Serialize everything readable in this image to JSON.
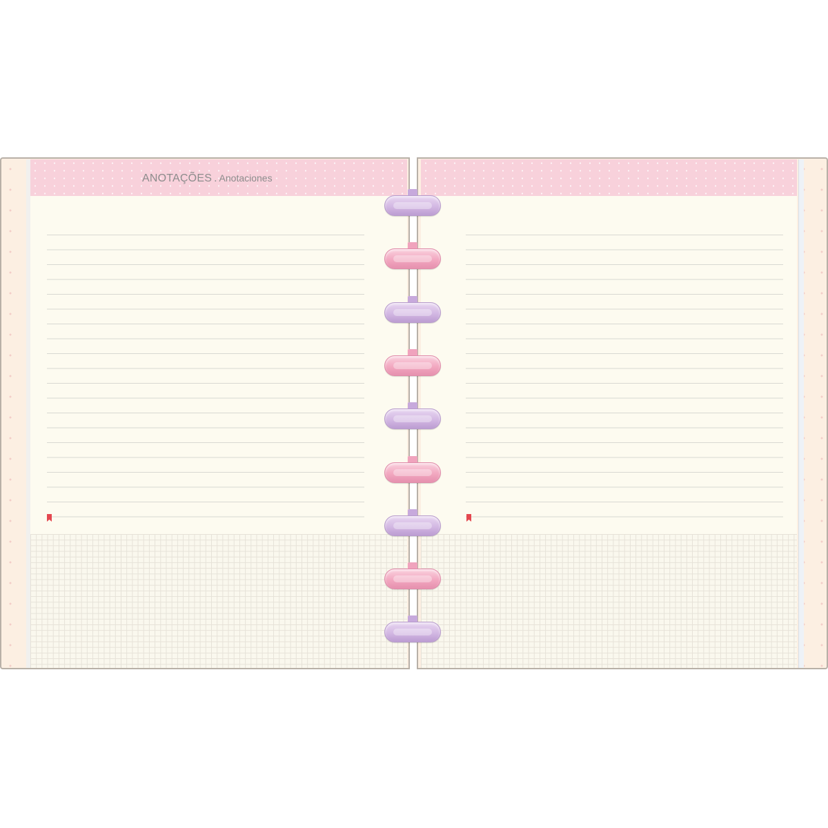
{
  "notebook": {
    "left_page": {
      "title_main": "ANOTAÇÕES",
      "title_separator": ".",
      "title_sub": "Anotaciones"
    },
    "ring_colors": [
      "lilac",
      "pink",
      "lilac",
      "pink",
      "lilac",
      "pink",
      "lilac",
      "pink",
      "lilac"
    ],
    "colors": {
      "header_pink": "#f8d1db",
      "paper": "#fdfbf0",
      "cover_peach": "#fcefe2",
      "ring_lilac": "#d3b8e3",
      "ring_pink": "#f2a8c0",
      "bookmark_red": "#e4474f"
    }
  }
}
